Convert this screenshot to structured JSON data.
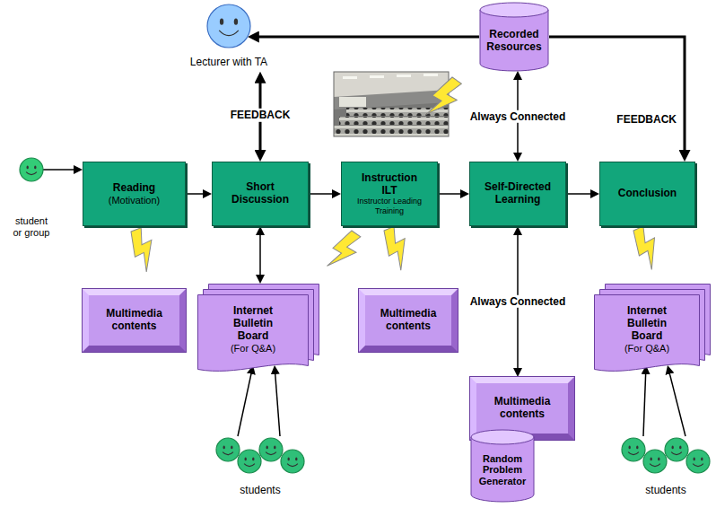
{
  "diagram": {
    "nodes": [
      {
        "text": [
          "Lecturer with TA"
        ]
      },
      {
        "text": [
          "Recorded Resources"
        ]
      },
      {
        "text": [
          "student or group"
        ]
      },
      {
        "text": [
          "Reading",
          "(Motivation)"
        ]
      },
      {
        "text": [
          "Short Discussion"
        ]
      },
      {
        "text": [
          "Instruction ILT",
          "Instructor Leading Training"
        ]
      },
      {
        "text": [
          "Self-Directed Learning"
        ]
      },
      {
        "text": [
          "Conclusion"
        ]
      },
      {
        "text": [
          "Multimedia contents"
        ]
      },
      {
        "text": [
          "Internet Bulletin Board",
          "(For Q&A)"
        ]
      },
      {
        "text": [
          "Multimedia contents"
        ]
      },
      {
        "text": [
          "Internet Bulletin Board",
          "(For Q&A)"
        ]
      },
      {
        "text": [
          "Multimedia contents"
        ]
      },
      {
        "text": [
          "Random Problem Generator"
        ]
      },
      {
        "text": [
          "students"
        ]
      },
      {
        "text": [
          "students"
        ]
      }
    ],
    "edges": [
      {
        "from": 2,
        "to": 3,
        "arrow": "to"
      },
      {
        "from": 3,
        "to": 4,
        "arrow": "to"
      },
      {
        "from": 4,
        "to": 5,
        "arrow": "to"
      },
      {
        "from": 5,
        "to": 6,
        "arrow": "to"
      },
      {
        "from": 6,
        "to": 7,
        "arrow": "to"
      },
      {
        "from": 4,
        "to": 0,
        "label": "FEEDBACK",
        "arrow": "both"
      },
      {
        "from": 1,
        "to": 0,
        "arrow": "to"
      },
      {
        "from": 1,
        "to": 7,
        "label": "FEEDBACK",
        "arrow": "to"
      },
      {
        "from": 6,
        "to": 1,
        "label": "Always Connected",
        "arrow": "both"
      },
      {
        "from": 4,
        "to": 9,
        "arrow": "both"
      },
      {
        "from": 6,
        "to": 12,
        "label": "Always Connected",
        "arrow": "both"
      },
      {
        "from": 14,
        "to": 9,
        "arrow": "to"
      },
      {
        "from": 14,
        "to": 9,
        "arrow": "to"
      },
      {
        "from": 15,
        "to": 11,
        "arrow": "to"
      },
      {
        "from": 15,
        "to": 11,
        "arrow": "to"
      }
    ]
  }
}
